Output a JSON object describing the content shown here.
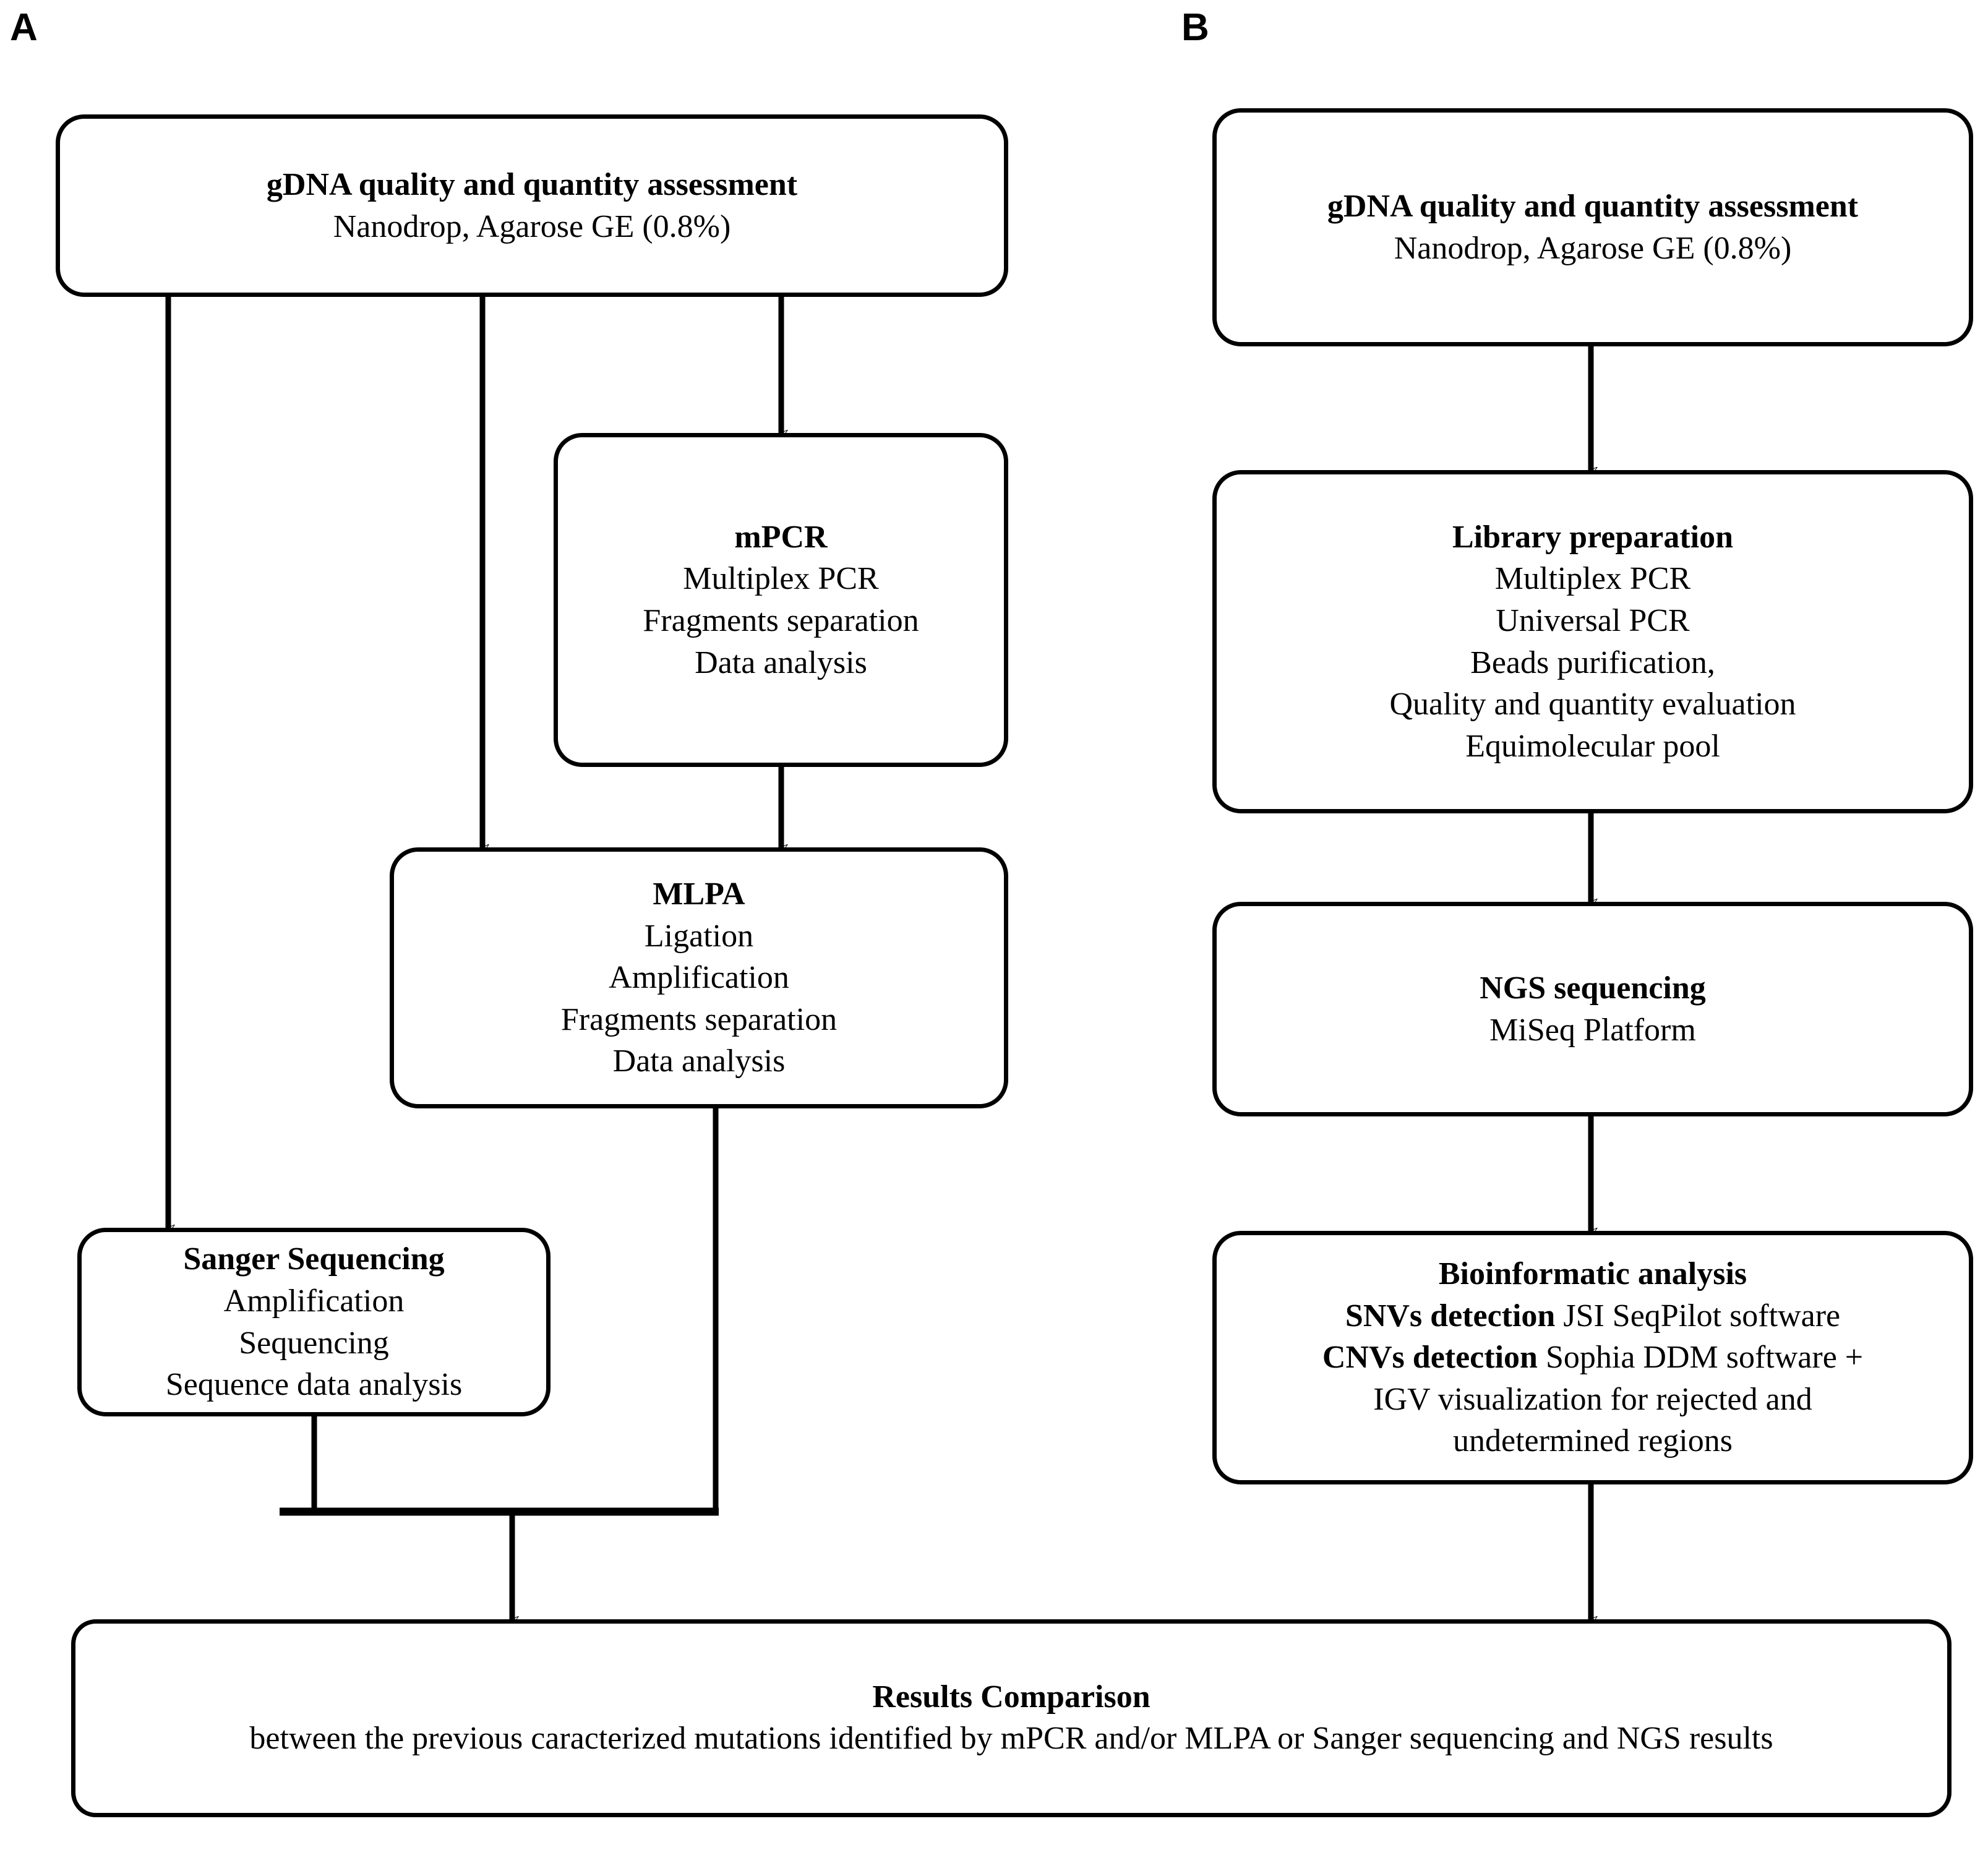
{
  "figure": {
    "type": "flowchart",
    "panels": [
      {
        "label": "A",
        "name": "panel-a-label"
      },
      {
        "label": "B",
        "name": "panel-b-label"
      }
    ]
  },
  "panel_a": {
    "label": "A",
    "nodes": {
      "gdna": {
        "title": "gDNA quality and quantity assessment",
        "lines": [
          "Nanodrop, Agarose  GE (0.8%)"
        ]
      },
      "mpcr": {
        "title": "mPCR",
        "lines": [
          "Multiplex PCR",
          "Fragments  separation",
          "Data analysis"
        ]
      },
      "mlpa": {
        "title": "MLPA",
        "lines": [
          "Ligation",
          "Amplification",
          "Fragments  separation",
          "Data analysis"
        ]
      },
      "sanger": {
        "title": "Sanger Sequencing",
        "lines": [
          "Amplification",
          "Sequencing",
          "Sequence data analysis"
        ]
      }
    }
  },
  "panel_b": {
    "label": "B",
    "nodes": {
      "gdna": {
        "title": "gDNA quality and quantity assessment",
        "lines": [
          "Nanodrop, Agarose  GE (0.8%)"
        ]
      },
      "library": {
        "title": "Library preparation",
        "lines": [
          "Multiplex PCR",
          "Universal PCR",
          "Beads purification,",
          "Quality  and quantity  evaluation",
          "Equimolecular  pool"
        ]
      },
      "ngs": {
        "title": "NGS sequencing",
        "lines": [
          "MiSeq Platform"
        ]
      },
      "bioinfo": {
        "title": "Bioinformatic analysis",
        "lines_rich": [
          {
            "bold": "SNVs detection",
            "plain": " JSI SeqPilot software"
          },
          {
            "bold": "CNVs detection",
            "plain": " Sophia DDM software +"
          },
          {
            "bold": "",
            "plain": "IGV visualization  for rejected  and"
          },
          {
            "bold": "",
            "plain": "undetermined regions"
          }
        ]
      }
    }
  },
  "results": {
    "title": "Results Comparison",
    "body": "between the previous caracterized  mutations  identified by mPCR and/or MLPA  or Sanger  sequencing  and NGS results"
  },
  "style": {
    "stroke_color": "#000000",
    "background_color": "#ffffff",
    "text_color": "#000000"
  }
}
